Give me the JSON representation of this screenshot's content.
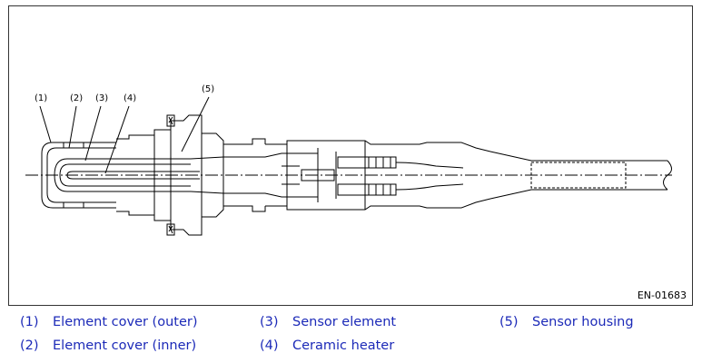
{
  "diagram": {
    "callouts": [
      "(1)",
      "(2)",
      "(3)",
      "(4)",
      "(5)"
    ],
    "figure_id": "EN-01683"
  },
  "legend": [
    {
      "num": "(1)",
      "label": "Element cover (outer)"
    },
    {
      "num": "(2)",
      "label": "Element cover (inner)"
    },
    {
      "num": "(3)",
      "label": "Sensor element"
    },
    {
      "num": "(4)",
      "label": "Ceramic heater"
    },
    {
      "num": "(5)",
      "label": "Sensor housing"
    }
  ],
  "colors": {
    "legend_text": "#1c2ab8",
    "line": "#000000"
  }
}
